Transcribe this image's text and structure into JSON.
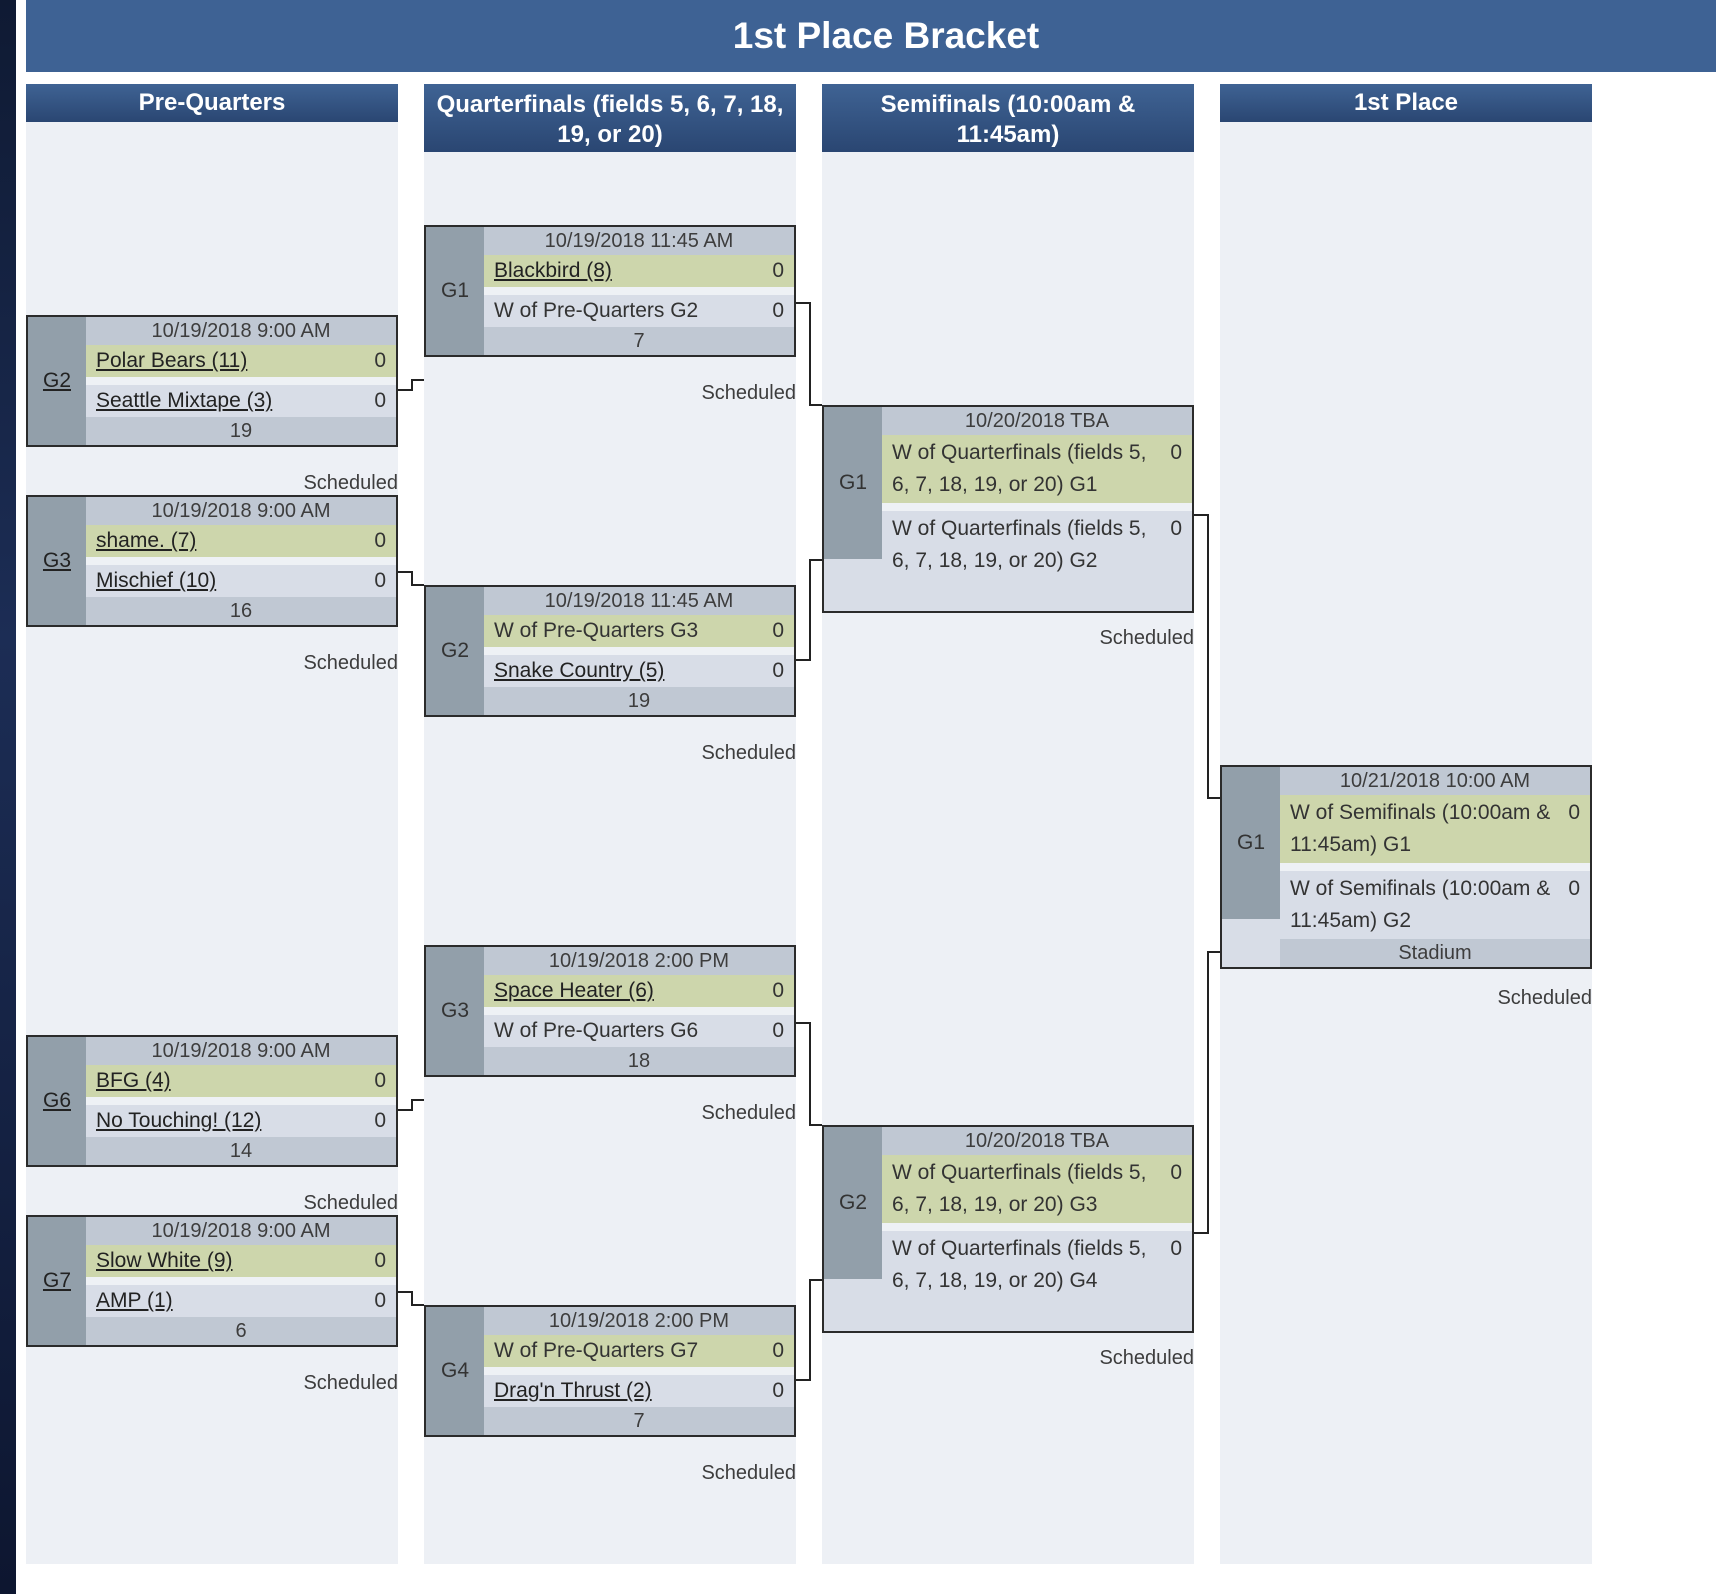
{
  "title": "1st Place Bracket",
  "columns": [
    {
      "label": "Pre-Quarters"
    },
    {
      "label": "Quarterfinals (fields 5, 6, 7, 18, 19, or 20)"
    },
    {
      "label": "Semifinals (10:00am & 11:45am)"
    },
    {
      "label": "1st Place"
    }
  ],
  "prequarters": [
    {
      "id": "G2",
      "when": "10/19/2018 9:00 AM",
      "t1": "Polar Bears (11)",
      "s1": "0",
      "t2": "Seattle Mixtape (3)",
      "s2": "0",
      "field": "19",
      "status": "Scheduled"
    },
    {
      "id": "G3",
      "when": "10/19/2018 9:00 AM",
      "t1": "shame. (7)",
      "s1": "0",
      "t2": "Mischief (10)",
      "s2": "0",
      "field": "16",
      "status": "Scheduled"
    },
    {
      "id": "G6",
      "when": "10/19/2018 9:00 AM",
      "t1": "BFG (4)",
      "s1": "0",
      "t2": "No Touching! (12)",
      "s2": "0",
      "field": "14",
      "status": "Scheduled"
    },
    {
      "id": "G7",
      "when": "10/19/2018 9:00 AM",
      "t1": "Slow White (9)",
      "s1": "0",
      "t2": "AMP (1)",
      "s2": "0",
      "field": "6",
      "status": "Scheduled"
    }
  ],
  "quarterfinals": [
    {
      "id": "G1",
      "when": "10/19/2018 11:45 AM",
      "t1": "Blackbird (8)",
      "s1": "0",
      "t2": "W of Pre-Quarters G2",
      "s2": "0",
      "field": "7",
      "status": "Scheduled"
    },
    {
      "id": "G2",
      "when": "10/19/2018 11:45 AM",
      "t1": "W of Pre-Quarters G3",
      "s1": "0",
      "t2": "Snake Country (5)",
      "s2": "0",
      "field": "19",
      "status": "Scheduled"
    },
    {
      "id": "G3",
      "when": "10/19/2018 2:00 PM",
      "t1": "Space Heater (6)",
      "s1": "0",
      "t2": "W of Pre-Quarters G6",
      "s2": "0",
      "field": "18",
      "status": "Scheduled"
    },
    {
      "id": "G4",
      "when": "10/19/2018 2:00 PM",
      "t1": "W of Pre-Quarters G7",
      "s1": "0",
      "t2": "Drag'n Thrust (2)",
      "s2": "0",
      "field": "7",
      "status": "Scheduled"
    }
  ],
  "semifinals": [
    {
      "id": "G1",
      "when": "10/20/2018 TBA",
      "t1": "W of Quarterfinals (fields 5, 6, 7, 18, 19, or 20) G1",
      "s1": "0",
      "t2": "W of Quarterfinals (fields 5, 6, 7, 18, 19, or 20) G2",
      "s2": "0",
      "status": "Scheduled"
    },
    {
      "id": "G2",
      "when": "10/20/2018 TBA",
      "t1": "W of Quarterfinals (fields 5, 6, 7, 18, 19, or 20) G3",
      "s1": "0",
      "t2": "W of Quarterfinals (fields 5, 6, 7, 18, 19, or 20) G4",
      "s2": "0",
      "status": "Scheduled"
    }
  ],
  "final": {
    "id": "G1",
    "when": "10/21/2018 10:00 AM",
    "t1": "W of Semifinals (10:00am & 11:45am) G1",
    "s1": "0",
    "t2": "W of Semifinals (10:00am & 11:45am) G2",
    "s2": "0",
    "field": "Stadium",
    "status": "Scheduled"
  }
}
